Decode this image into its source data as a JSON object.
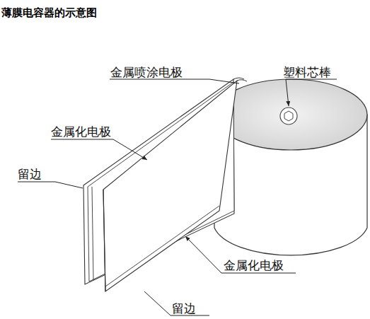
{
  "diagram": {
    "title": "薄膜电容器的示意图",
    "labels": [
      "金属喷涂电极",
      "塑料芯棒",
      "金属化电极",
      "留边",
      "金属化电极",
      "留边"
    ]
  }
}
